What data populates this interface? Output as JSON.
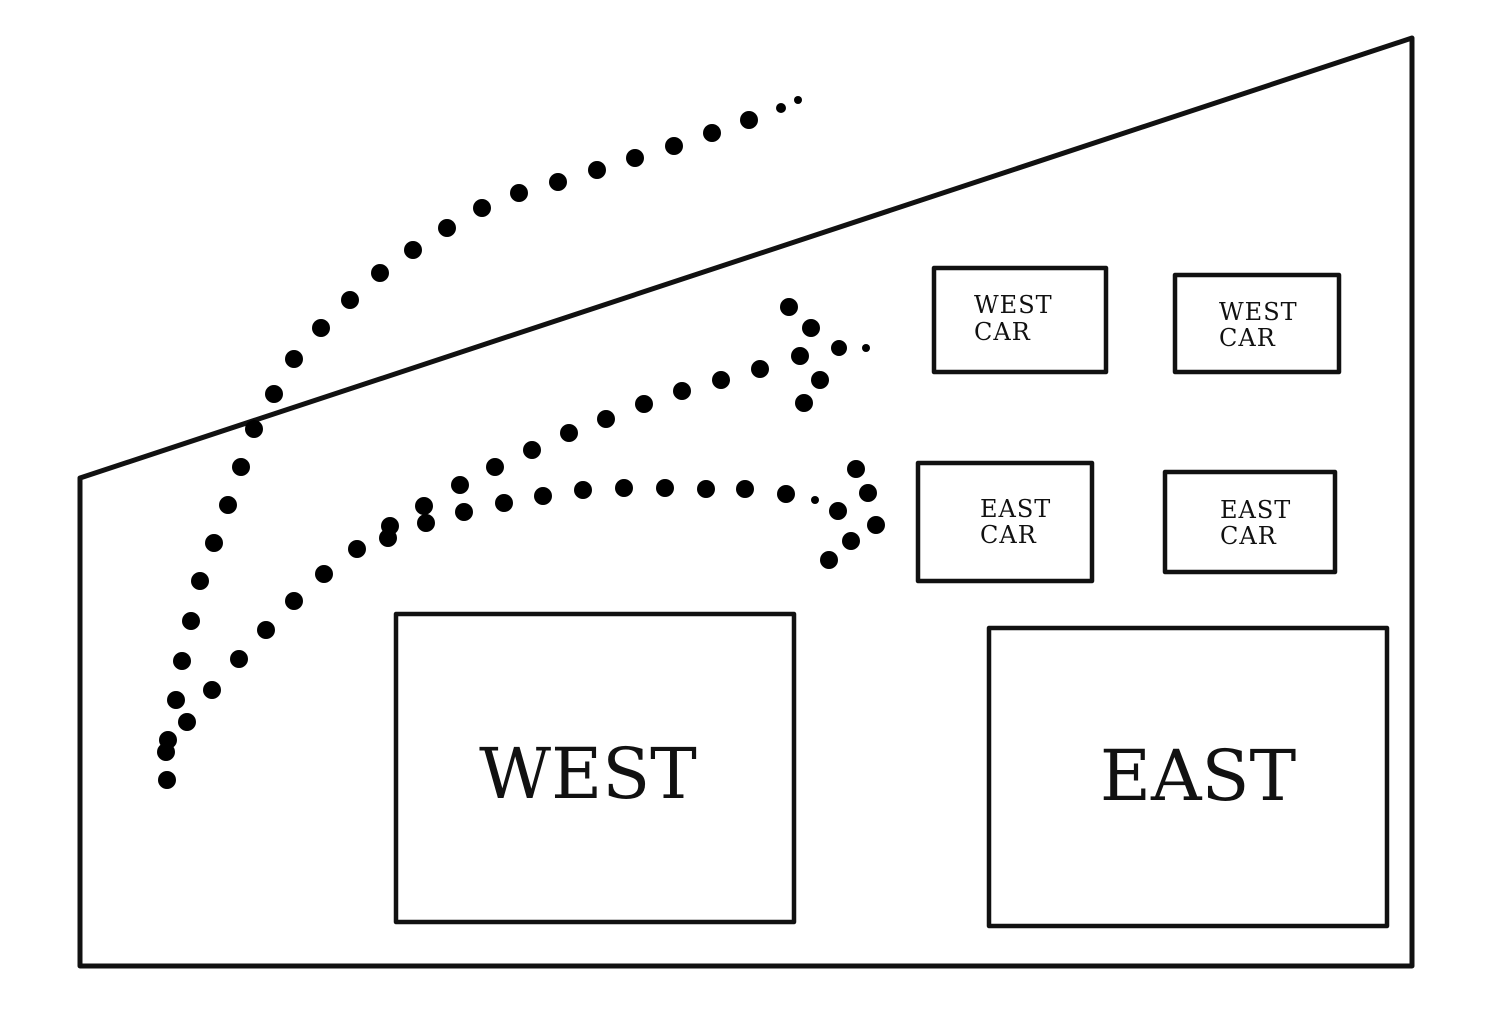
{
  "diagram": {
    "rooms": {
      "west": {
        "label": "WEST"
      },
      "east": {
        "label": "EAST"
      }
    },
    "cars": [
      {
        "line1": "WEST",
        "line2": "CAR"
      },
      {
        "line1": "WEST",
        "line2": "CAR"
      },
      {
        "line1": "EAST",
        "line2": "CAR"
      },
      {
        "line1": "EAST",
        "line2": "CAR"
      }
    ],
    "paths": [
      {
        "name": "path-over-roof"
      },
      {
        "name": "path-to-west-cars"
      },
      {
        "name": "path-to-east-cars"
      }
    ]
  }
}
